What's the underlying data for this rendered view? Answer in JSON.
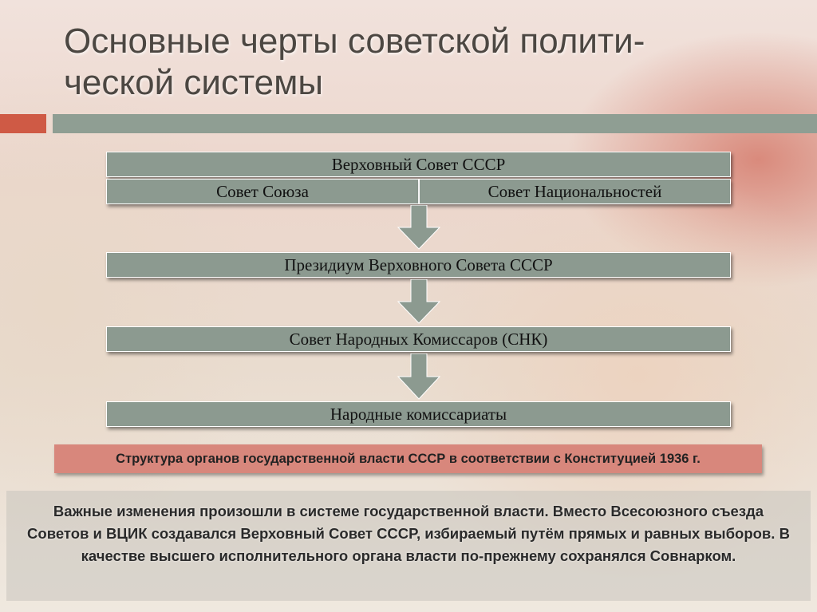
{
  "title": {
    "line1": "Основные черты советской полити-",
    "line2": "ческой системы"
  },
  "colors": {
    "accent_red": "#cf5a45",
    "bar_gray": "#8f9e93",
    "box_gray": "#8c9a90",
    "caption_red": "#d8877c"
  },
  "diagram": {
    "top": "Верховный Совет СССР",
    "left_chamber": "Совет Союза",
    "right_chamber": "Совет Национальностей",
    "level2": "Президиум Верховного Совета СССР",
    "level3": "Совет Народных Комиссаров (СНК)",
    "level4": "Народные комиссариаты"
  },
  "caption": "Структура органов государственной власти СССР в соответствии с Конституцией 1936 г.",
  "body_text": "Важные изменения произошли в системе государственной власти. Вместо Всесоюзного съезда Советов и ВЦИК создавался Верховный Совет СССР, избираемый путём прямых и равных выборов. В качестве высшего исполнительного органа власти по-прежнему сох­ранялся Совнарком."
}
